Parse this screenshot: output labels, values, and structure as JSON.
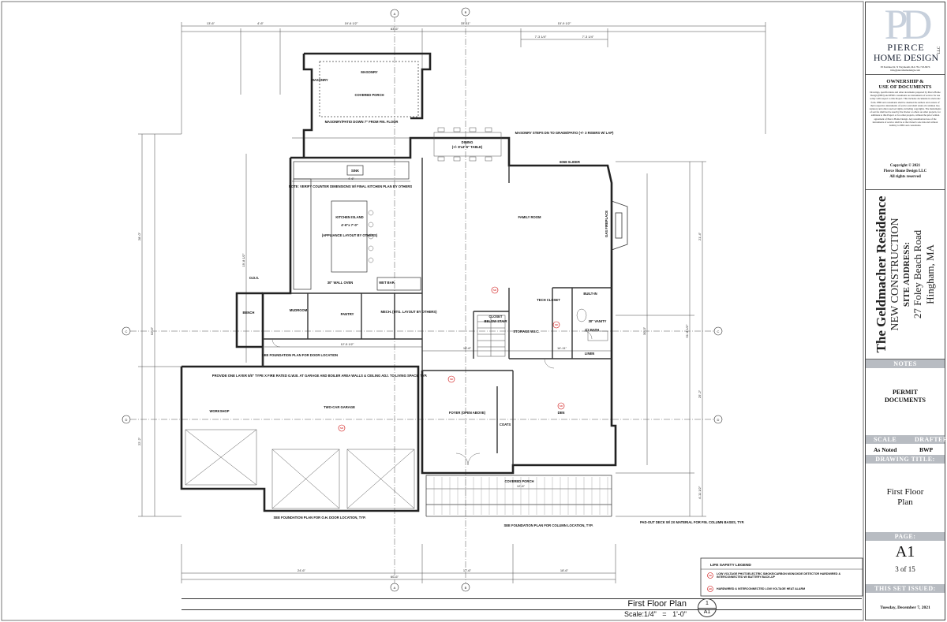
{
  "firm": {
    "initials": "PD",
    "name_line1": "PIERCE",
    "name_line2": "HOME DESIGN",
    "llc": "LLC",
    "address_line": "38 Eastlake Dr, N Weymouth, MA 781-718-8676 info@piercehomedesign.com"
  },
  "ownership": {
    "heading_line1": "OWNERSHIP &",
    "heading_line2": "USE OF DOCUMENTS",
    "body": "Drawings, specifications and other documents prepared by Pierce Home Design (PHD) and PHD's consultants are instruments of service for use solely with respect to this Project. This includes documents in electronic form. PHD and consultants shall be deemed the authors and owners of their respective instruments of service and shall retain all common law, statutory and other reserved rights, including copyrights. The instruments of service shall not be used by the Owner or others on other projects, for additions to this Project or for other projects, without the prior written agreement of Pierce Home Design. Any unauthorized use of the instruments of service shall be at the Owner's sole risk and without liability to PHD and consultants.",
    "copyright_line1": "Copyright © 2021",
    "copyright_line2": "Pierce Home Design LLC",
    "copyright_line3": "All rights reserved"
  },
  "project": {
    "name": "The Geldmacher Residence",
    "type": "NEW CONSTRUCTION",
    "site_label": "SITE ADDRESS:",
    "street": "27 Foley Beach Road",
    "city": "Hingham, MA"
  },
  "notes": {
    "heading": "NOTES",
    "line1": "PERMIT",
    "line2": "DOCUMENTS"
  },
  "scale_block": {
    "scale_heading": "SCALE",
    "drafter_heading": "DRAFTER",
    "scale_value": "As Noted",
    "drafter_value": "BWP"
  },
  "drawing_title": {
    "heading": "DRAWING TITLE:",
    "line1": "First Floor",
    "line2": "Plan"
  },
  "page": {
    "heading": "PAGE:",
    "number": "A1",
    "count": "3 of 15",
    "issued_heading": "THIS SET ISSUED:",
    "issued_date": "Tuesday, December 7, 2021"
  },
  "sheet_title": {
    "title": "First Floor Plan",
    "scale_label": "Scale:1/4\"",
    "scale_eq": "=",
    "scale_value": "1'-0\"",
    "bubble_num": "1",
    "bubble_sheet": "A1"
  },
  "legend": {
    "heading": "LIFE SAFETY LEGEND",
    "item1_code": "SD",
    "item1_text": "LOW VOLTAGE PHOTOELECTRIC SMOKE/CARBON MONOXIDE DETECTOR HARDWIRED & INTERCONNECTED W/ BATTERY BACK-UP",
    "item2_code": "HD",
    "item2_text": "HARDWIRED & INTERCONNECTED LOW VOLTAGE HEAT ALARM"
  },
  "rooms": {
    "covered_porch_top": "COVERED PORCH",
    "masonry_patio": "MASONRY/PATIO DOWN 7\" FROM FIN. FLOOR",
    "masonry_1": "MASONRY",
    "masonry_2": "MASONRY",
    "dining": "DINING",
    "dining_sub": "(+/- 8'x4'-6\" TABLE)",
    "masonry_steps": "MASONRY STEPS DN TO GRADE/PATIO (+/- 3 RISERS W/ LAP)",
    "slider": "6068 SLIDER",
    "sink": "SINK",
    "note_verify": "NOTE: VERIFY COUNTER DIMENSIONS W/ FINAL KITCHEN PLAN BY OTHERS",
    "kitchen_island": "KITCHEN ISLAND",
    "island_size": "4'-6\"x 7'-0\"",
    "appliance_layout": "(APPLIANCE LAYOUT BY OTHERS)",
    "family_room": "FAMILY ROOM",
    "gas_fireplace": "GAS FIREPLACE",
    "wall_oven": "30\" WALL OVEN",
    "wet_bar": "WET BAR",
    "ods": "O.D.S.",
    "mudroom": "MUDROOM",
    "pantry": "PANTRY",
    "mech": "MECH. (HTG. LAYOUT BY OTHERS)",
    "bench": "BENCH",
    "tech_closet": "TECH CLOSET",
    "closet": "CLOSET",
    "below_stair": "BELOW STAIR",
    "storage": "STORAGE W.I.C.",
    "built_in": "BUILT-IN",
    "half_bath": "1/2 BATH",
    "vanity": "30\" VANITY",
    "linen": "LINEN",
    "foundation_plan_door": "SEE FOUNDATION PLAN FOR DOOR LOCATION",
    "provide_layer": "PROVIDE ONE LAYER 5/8\" TYPE X FIRE RATED G.W.B. AT GARAGE AND BOILER AREA WALLS & CEILING ADJ. TO LIVING SPACE, TYP.",
    "workshop": "WORKSHOP",
    "two_car_garage": "TWO-CAR GARAGE",
    "foyer": "FOYER (OPEN ABOVE)",
    "coats": "COATS",
    "den": "DEN",
    "covered_porch_front": "COVERED PORCH",
    "foundation_oh_door": "SEE FOUNDATION PLAN FOR O.H. DOOR LOCATION, TYP.",
    "foundation_column": "SEE FOUNDATION PLAN FOR COLUMN LOCATION, TYP.",
    "pad_out_deck": "PAD-OUT DECK W/ 2X MATERIAL FOR FIN. COLUMN BASES, TYP.",
    "grid_a": "A",
    "grid_b": "B",
    "grid_c": "C",
    "grid_d": "D"
  },
  "dims": {
    "top_1": "13'-6\"",
    "top_2": "4'-6\"",
    "top_3": "19'-6 1/2\"",
    "top_4": "33'-11\"",
    "top_5": "15'-9 1/2\"",
    "top_overall": "83'-6\"",
    "top_6": "7'-3 1/4\"",
    "top_7": "7'-3 1/4\"",
    "bottom_1": "24'-6\"",
    "bottom_2": "17'-6\"",
    "bottom_3": "18'-6\"",
    "bottom_overall": "60'-6\"",
    "left_overall": "52'-6\"",
    "left_1": "28'-0\"",
    "left_2": "22'-2\"",
    "right_overall": "51'-8 1/2\"",
    "right_1": "21'-4\"",
    "right_2": "25'-2\"",
    "right_3": "4'-11 1/2\"",
    "mid_1": "12'-5 1/2\"",
    "mid_2": "19'-8 1/2\"",
    "mid_3": "14'-11\"",
    "mid_4": "10'-6\"",
    "mid_5": "4'-6\"",
    "mid_6": "30'-0\"",
    "mid_7": "12'-6\""
  }
}
